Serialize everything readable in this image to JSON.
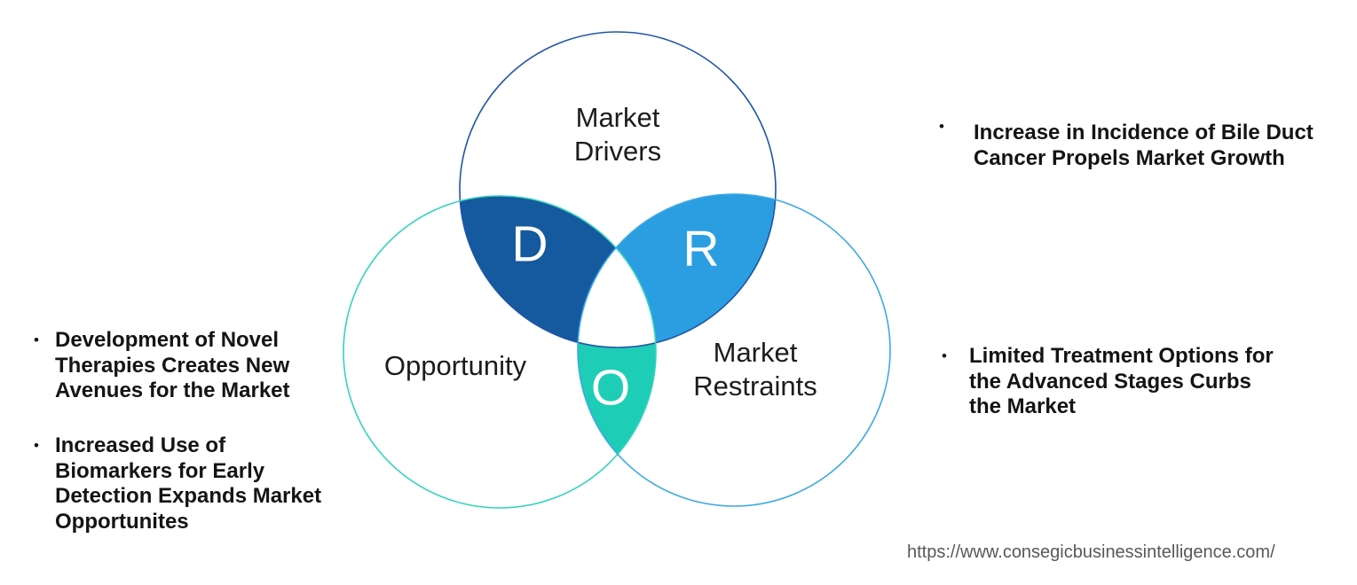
{
  "venn": {
    "drivers": {
      "label_lines": [
        "Market",
        "Drivers"
      ],
      "letter": "D",
      "outline_color": "#2155a6",
      "lens_color": "#15599f"
    },
    "opportunity": {
      "label_lines": [
        "Opportunity"
      ],
      "letter": "O",
      "outline_color": "#36d2be",
      "lens_color": "#1ecdb5"
    },
    "restraints": {
      "label_lines": [
        "Market",
        "Restraints"
      ],
      "letter": "R",
      "outline_color": "#3ea9e3",
      "lens_color": "#2a9ee1"
    },
    "center_color": "#ffffff"
  },
  "notes": {
    "bullet_glyph": "•",
    "left": [
      {
        "lines": [
          "Development of Novel",
          "Therapies Creates New",
          "Avenues for the Market"
        ]
      },
      {
        "lines": [
          "Increased Use of",
          "Biomarkers for Early",
          "Detection Expands Market",
          "Opportunites"
        ]
      }
    ],
    "right": [
      {
        "lines": [
          "Increase in Incidence of Bile Duct",
          "Cancer Propels Market Growth"
        ]
      },
      {
        "lines": [
          "Limited Treatment Options for",
          "the Advanced Stages Curbs",
          "the Market"
        ]
      }
    ]
  },
  "footer": {
    "url": "https://www.consegicbusinessintelligence.com/"
  }
}
